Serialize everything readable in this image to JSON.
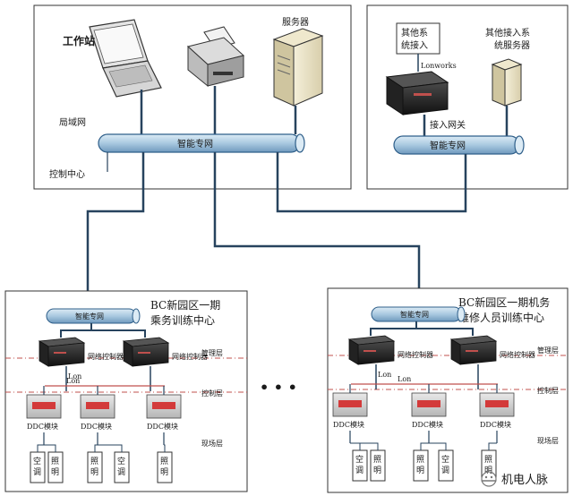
{
  "top_left_box": {
    "workstation_label": "工作站",
    "server_label": "服务器",
    "lan_label": "局域网",
    "network_label": "智能专网",
    "control_center_label": "控制中心"
  },
  "top_right_box": {
    "other_system_label_line1": "其他系",
    "other_system_label_line2": "统接入",
    "other_server_label_line1": "其他接入系",
    "other_server_label_line2": "统服务器",
    "lonworks_label": "Lonworks",
    "gateway_label": "接入网关",
    "network_label": "智能专网"
  },
  "ellipsis": "• • •",
  "sites": [
    {
      "title_line1": "BC新园区一期",
      "title_line2": "乘务训练中心",
      "network_label": "智能专网",
      "controller_label": "网络控制器",
      "lon_label": "Lon",
      "ddc_label": "DDC模块",
      "layers": [
        "管理层",
        "控制层",
        "现场层"
      ],
      "devices": [
        "空调",
        "照明",
        "照明",
        "空调",
        "照明"
      ]
    },
    {
      "title_line1": "BC新园区一期机务",
      "title_line2": "维修人员训练中心",
      "network_label": "智能专网",
      "controller_label": "网络控制器",
      "lon_label": "Lon",
      "ddc_label": "DDC模块",
      "layers": [
        "管理层",
        "控制层",
        "现场层"
      ],
      "devices": [
        "空调",
        "照明",
        "照明",
        "空调",
        "照明"
      ]
    }
  ],
  "watermark": "机电人脉",
  "colors": {
    "pipe_fill": "#bcd7ea",
    "pipe_stroke": "#2f5f8a",
    "line_dark": "#27435e",
    "layer_dash": "#c0504d",
    "lon_line": "#c0504d",
    "ddc_red": "#d33a3a"
  }
}
